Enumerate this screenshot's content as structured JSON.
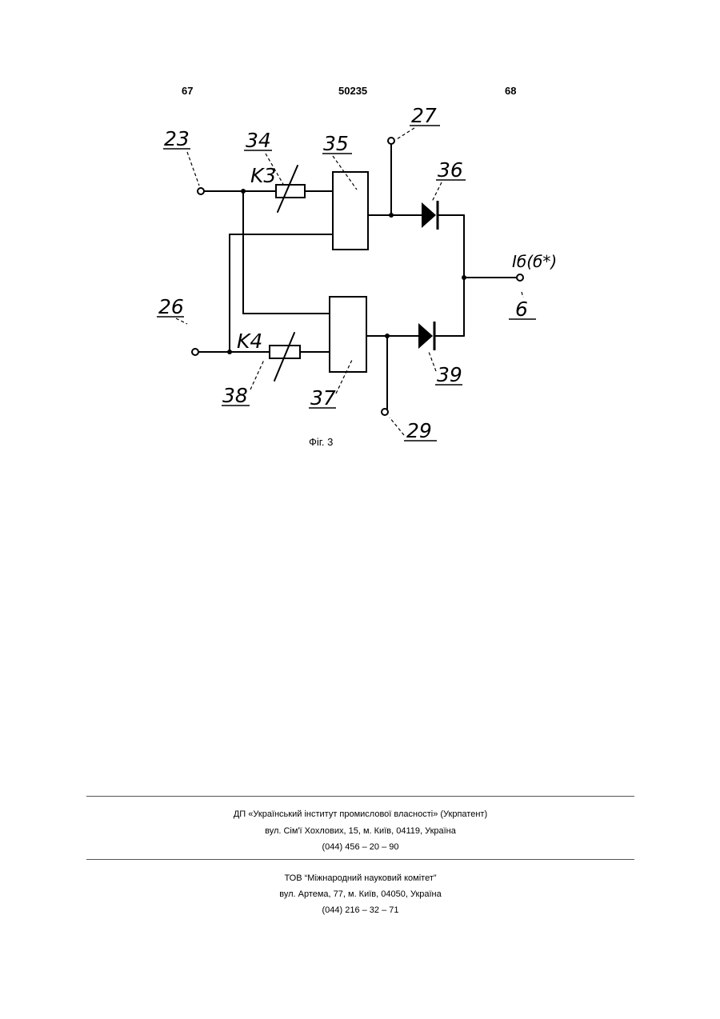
{
  "header": {
    "page_left": "67",
    "patent_number": "50235",
    "page_right": "68"
  },
  "figure": {
    "labels": {
      "n23": "23",
      "n34": "34",
      "n35": "35",
      "n27": "27",
      "n36": "36",
      "k3": "K3",
      "n26": "26",
      "k4": "K4",
      "n38": "38",
      "n37": "37",
      "n29": "29",
      "n39": "39",
      "output": "Iб(б*)",
      "n6": "6"
    },
    "caption": "Фіг. 3"
  },
  "footer": {
    "block1": [
      "ДП «Український інститут промислової власності» (Укрпатент)",
      "вул. Сім'ї Хохлових, 15, м. Київ, 04119, Україна",
      "(044) 456 – 20 – 90"
    ],
    "block2": [
      "ТОВ “Міжнародний науковий комітет”",
      "вул. Артема, 77, м. Київ, 04050, Україна",
      "(044) 216 – 32 – 71"
    ]
  }
}
